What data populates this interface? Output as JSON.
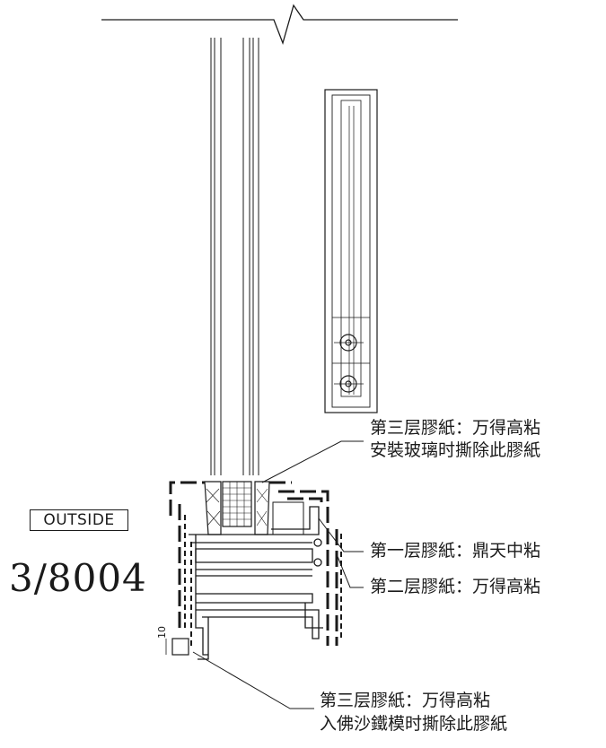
{
  "side_label": "OUTSIDE",
  "drawing_number": "3/8004",
  "dimension": "10",
  "callouts": {
    "third_layer_top": {
      "line1": "第三层膠紙：万得高粘",
      "line2": "安裝玻璃时撕除此膠紙"
    },
    "first_layer": "第一层膠紙：鼎天中粘",
    "second_layer": "第二层膠紙：万得高粘",
    "third_layer_bottom": {
      "line1": "第三层膠紙：万得高粘",
      "line2": "入佛沙鐵模时撕除此膠紙"
    }
  }
}
